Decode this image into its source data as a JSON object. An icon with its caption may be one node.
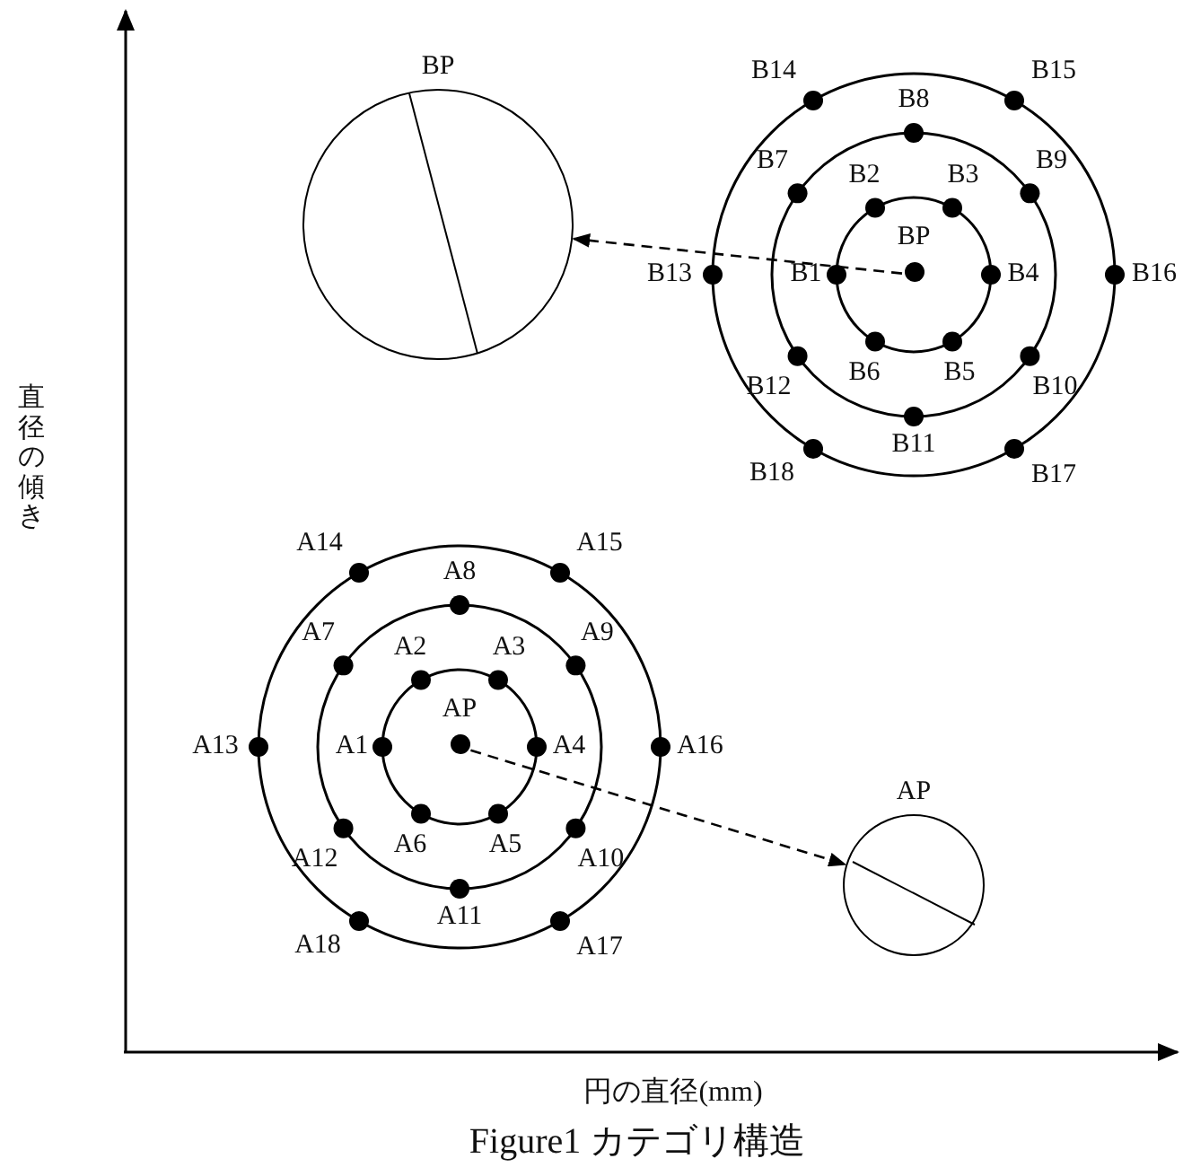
{
  "diagram": {
    "caption": "Figure1 カテゴリ構造",
    "nodes": [
      {
        "text": [
          "BP"
        ]
      },
      {
        "text": [
          "BP"
        ]
      },
      {
        "text": [
          "AP"
        ]
      },
      {
        "text": [
          "AP"
        ]
      }
    ],
    "edges": [
      {
        "from": 1,
        "to": 0,
        "arrow": "to",
        "style": "dashed"
      },
      {
        "from": 2,
        "to": 3,
        "arrow": "to",
        "style": "dashed"
      }
    ],
    "labels": [
      "B1",
      "B2",
      "B3",
      "B4",
      "B5",
      "B6",
      "B7",
      "B8",
      "B9",
      "B10",
      "B11",
      "B12",
      "B13",
      "B14",
      "B15",
      "B16",
      "B17",
      "B18",
      "A1",
      "A2",
      "A3",
      "A4",
      "A5",
      "A6",
      "A7",
      "A8",
      "A9",
      "A10",
      "A11",
      "A12",
      "A13",
      "A14",
      "A15",
      "A16",
      "A17",
      "A18",
      "直径の傾き",
      "円の直径(mm)"
    ]
  }
}
